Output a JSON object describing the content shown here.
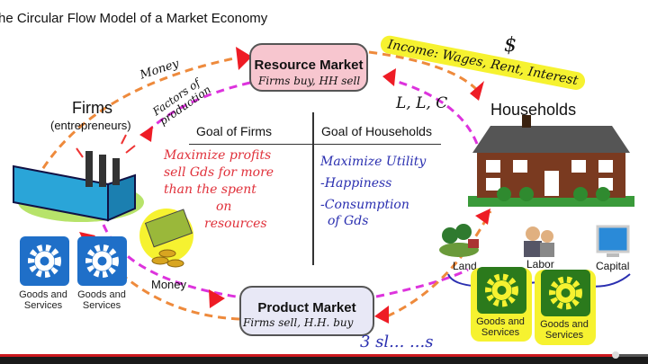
{
  "title": "he Circular Flow Model of a Market Economy",
  "resource_market": {
    "label": "Resource Market",
    "note": "Firms buy, HH sell"
  },
  "product_market": {
    "label": "Product Market",
    "note": "Firms sell, H.H. buy"
  },
  "firms": {
    "label": "Firms",
    "sublabel": "(entrepreneurs)"
  },
  "households": {
    "label": "Households"
  },
  "money_label": "Money",
  "goods_services_left": [
    "Goods and Services",
    "Goods and Services"
  ],
  "goods_services_right": [
    "Goods and Services",
    "Goods and Services"
  ],
  "factors": {
    "land": "Land",
    "labor": "Labor",
    "capital": "Capital"
  },
  "annotations": {
    "money": "Money",
    "factors_of_production": "Factors of production",
    "llc": "L, L, C",
    "dollar": "$",
    "income": "Income: Wages, Rent, Interest",
    "three": "3 sl...  ...s"
  },
  "table": {
    "col1_header": "Goal of Firms",
    "col2_header": "Goal of Households",
    "col1_notes": [
      "Maximize profits",
      "sell Gds for more",
      "than the spent",
      "on",
      "resources"
    ],
    "col2_notes": [
      "Maximize Utility",
      "-Happiness",
      "-Consumption",
      "of Gds"
    ]
  },
  "video": {
    "progress": 0.95,
    "progress_color": "#cc181e"
  },
  "colors": {
    "money_flow": "#ee8a3c",
    "goods_flow": "#dd33dd",
    "arrowhead": "#ee1c25",
    "resource_box": "#f7c6cf",
    "product_box": "#e8e8f6",
    "highlight": "#f6f230"
  }
}
